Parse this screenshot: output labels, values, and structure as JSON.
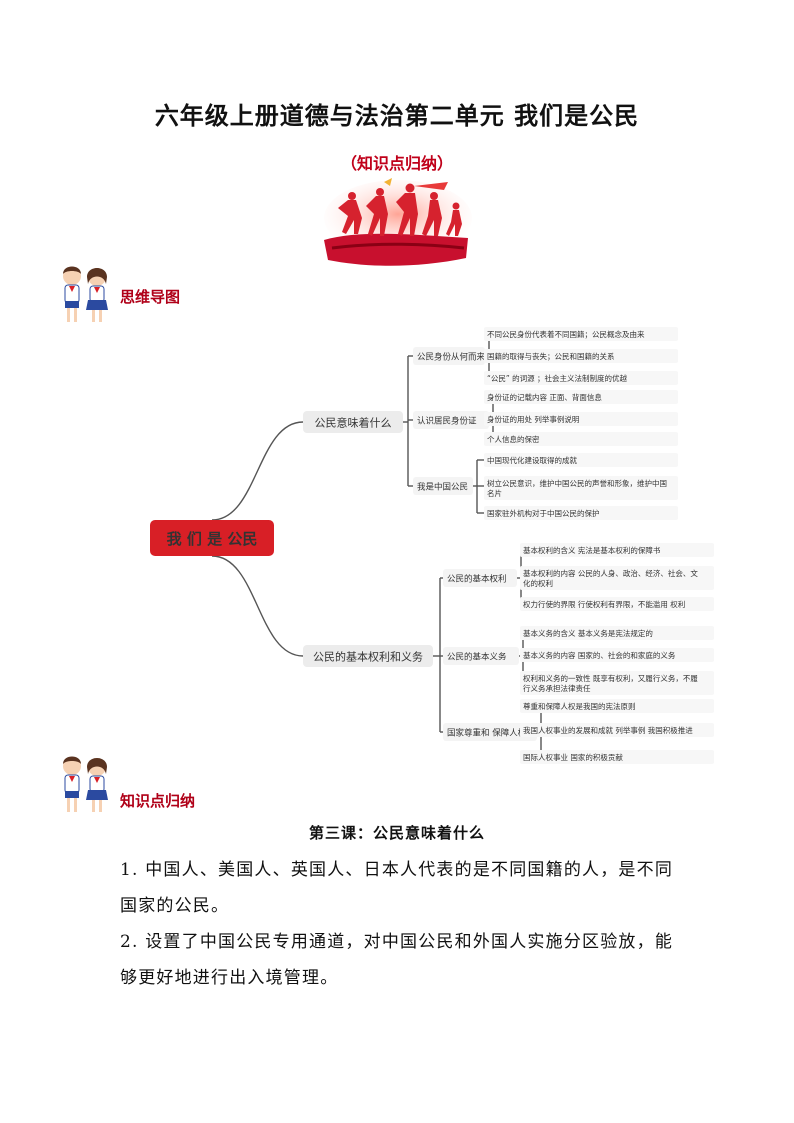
{
  "page": {
    "title": "六年级上册道德与法治第二单元  我们是公民",
    "subtitle": "（知识点归纳）"
  },
  "sections": {
    "mindmap_label": "思维导图",
    "knowledge_label": "知识点归纳"
  },
  "mindmap": {
    "root": "我 们 是 公民",
    "branches": [
      {
        "label": "公民意味着什么",
        "children": [
          {
            "label": "公民身份从何而来",
            "items": [
              "不同公民身份代表着不同国籍；公民概念及由来",
              "国籍的取得与丧失；公民和国籍的关系",
              "“公民” 的词源 ；社会主义法制制度的优越"
            ]
          },
          {
            "label": "认识居民身份证",
            "items": [
              "身份证的记载内容 正面、背面信息",
              "身份证的用处 列举事例说明",
              "个人信息的保密"
            ]
          },
          {
            "label": "我是中国公民",
            "items": [
              "中国现代化建设取得的成就",
              "树立公民意识，维护中国公民的声誉和形象，维护中国名片",
              "国家驻外机构对于中国公民的保护"
            ]
          }
        ]
      },
      {
        "label": "公民的基本权利和义务",
        "children": [
          {
            "label": "公民的基本权利",
            "items": [
              "基本权利的含义  宪法是基本权利的保障书",
              "基本权利的内容 公民的人身、政治、经济、社会、文化的权利",
              "权力行使的界限 行使权利有界限，不能滥用 权利"
            ]
          },
          {
            "label": "公民的基本义务",
            "items": [
              "基本义务的含义 基本义务是宪法规定的",
              "基本义务的内容  国家的、社会的和家庭的义务",
              "权利和义务的一致性 既享有权利，又履行义务，不履行义务承担法律责任"
            ]
          },
          {
            "label": "国家尊重和 保障人权",
            "items": [
              "尊重和保障人权是我国的宪法原则",
              "我国人权事业的发展和成就 列举事例 我国积极推进",
              "国际人权事业   国家的积极贡献"
            ]
          }
        ]
      }
    ]
  },
  "lesson": {
    "title": "第三课：公民意味着什么",
    "paragraphs": [
      [
        "1. 中国人、美国人、英国人、日本人代表的是不同国籍的人，是不同",
        "国家的公民。"
      ],
      [
        "2. 设置了中国公民专用通道，对中国公民和外国人实施分区验放，能",
        "够更好地进行出入境管理。"
      ]
    ]
  },
  "colors": {
    "title_red": "#c0001a",
    "root_red": "#d81f26",
    "line": "#555555",
    "node_bg": "#ececec"
  }
}
